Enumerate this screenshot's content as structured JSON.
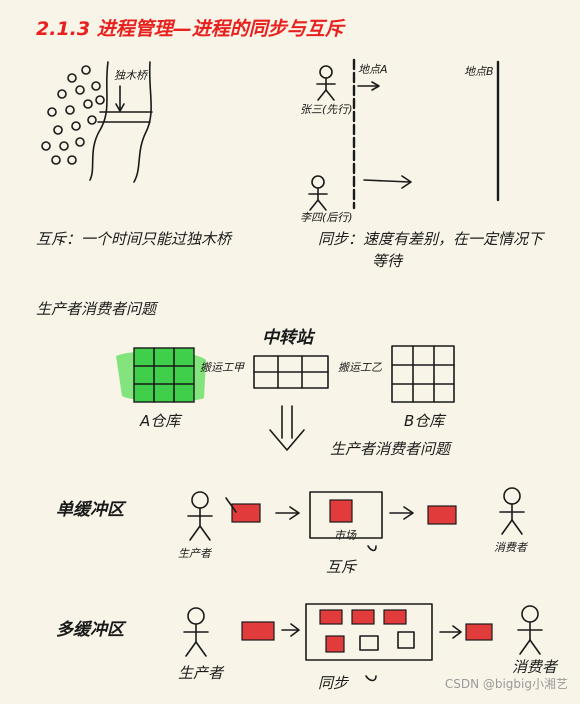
{
  "title": "2.1.3 进程管理—进程的同步与互斥",
  "sync_mutex": {
    "bridge_label": "独木桥",
    "mutex_caption": "互斥：一个时间只能过独木桥",
    "person1_label": "张三(先行)",
    "person2_label": "李四(后行)",
    "location_a": "地点A",
    "location_b": "地点B",
    "sync_caption_line1": "同步：速度有差别，在一定情况下",
    "sync_caption_line2": "等待"
  },
  "producer_consumer": {
    "heading": "生产者消费者问题",
    "transit_station": "中转站",
    "warehouse_a": "A仓库",
    "warehouse_b": "B仓库",
    "transport_a": "搬运工甲",
    "transport_b": "搬运工乙",
    "problem_label": "生产者消费者问题"
  },
  "single_buffer": {
    "heading": "单缓冲区",
    "producer": "生产者",
    "market": "市场",
    "consumer": "消费者",
    "note": "互斥"
  },
  "multi_buffer": {
    "heading": "多缓冲区",
    "producer": "生产者",
    "consumer": "消费者",
    "note": "同步"
  },
  "watermark": "CSDN @bigbig小湘艺",
  "colors": {
    "title": "#e8211f",
    "buffer_fill": "#e23b3b",
    "highlight": "#6fe06a",
    "grid_fill": "#3fcf4a"
  }
}
